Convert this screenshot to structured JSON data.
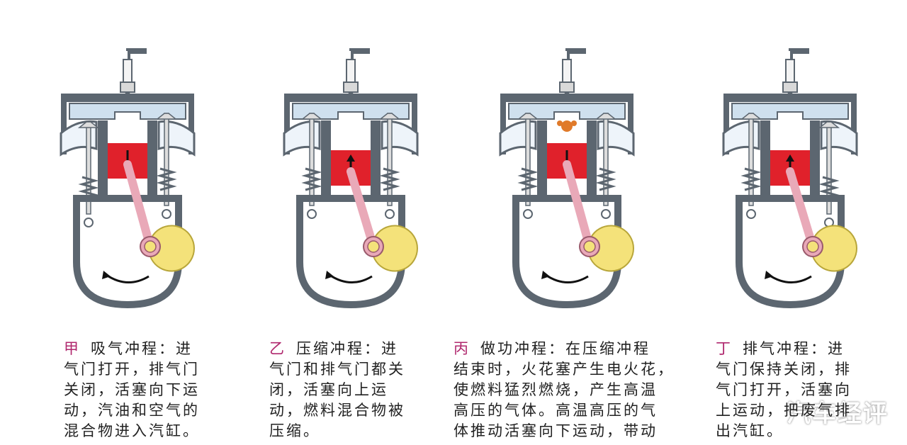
{
  "strokes": [
    {
      "id": "jia",
      "label": "甲",
      "lines": [
        "吸气冲程：进",
        "气门打开，排气门",
        "关闭，活塞向下运",
        "动，汽油和空气的",
        "混合物进入汽缸。"
      ],
      "piston": "down",
      "intake_open": true,
      "exhaust_open": false,
      "spark": false
    },
    {
      "id": "yi",
      "label": "乙",
      "lines": [
        "压缩冲程：进",
        "气门和排气门都关",
        "闭，活塞向上运",
        "动，燃料混合物被",
        "压缩。"
      ],
      "piston": "up",
      "intake_open": false,
      "exhaust_open": false,
      "spark": false
    },
    {
      "id": "bing",
      "label": "丙",
      "lines": [
        "做功冲程：在压缩冲程",
        "结束时，火花塞产生电火花，",
        "使燃料猛烈燃烧，产生高温",
        "高压的气体。高温高压的气",
        "体推动活塞向下运动，带动"
      ],
      "piston": "down",
      "intake_open": false,
      "exhaust_open": false,
      "spark": true
    },
    {
      "id": "ding",
      "label": "丁",
      "lines": [
        "排气冲程：进",
        "气门保持关闭，排",
        "气门打开，活塞向",
        "上运动，把废气排",
        "出汽缸。"
      ],
      "piston": "up",
      "intake_open": false,
      "exhaust_open": true,
      "spark": false
    }
  ],
  "watermark": "汽车经评",
  "colors": {
    "frame": "#5c6670",
    "frame_light": "#cfe0ee",
    "piston": "#e0212b",
    "crank": "#f4e27a",
    "rod": "#e9a9b8",
    "label": "#b0286e",
    "spark": "#e07a2a"
  }
}
